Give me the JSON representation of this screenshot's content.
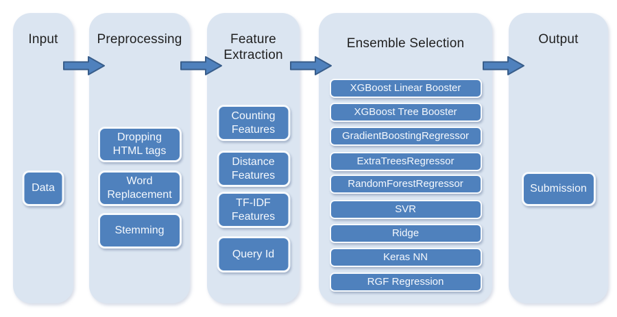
{
  "diagram": {
    "columns": [
      {
        "title": "Input",
        "items": [
          "Data"
        ]
      },
      {
        "title": "Preprocessing",
        "items": [
          "Dropping HTML tags",
          "Word Replacement",
          "Stemming"
        ]
      },
      {
        "title": "Feature Extraction",
        "items": [
          "Counting Features",
          "Distance Features",
          "TF-IDF Features",
          "Query Id"
        ]
      },
      {
        "title": "Ensemble Selection",
        "items": [
          "XGBoost  Linear Booster",
          "XGBoost Tree Booster",
          "GradientBoostingRegressor",
          "ExtraTreesRegressor",
          "RandomForestRegressor",
          "SVR",
          "Ridge",
          "Keras NN",
          "RGF Regression"
        ]
      },
      {
        "title": "Output",
        "items": [
          "Submission"
        ]
      }
    ],
    "arrows": [
      {
        "from": "Input",
        "to": "Preprocessing"
      },
      {
        "from": "Preprocessing",
        "to": "Feature Extraction"
      },
      {
        "from": "Feature Extraction",
        "to": "Ensemble Selection"
      },
      {
        "from": "Ensemble Selection",
        "to": "Output"
      }
    ],
    "colors": {
      "column_background": "#dbe5f1",
      "node_fill": "#4f81bd",
      "node_border": "#f7fafd",
      "node_text": "#f4f8fd",
      "arrow_fill": "#4f81bd",
      "arrow_outline": "#385d8a",
      "title_text": "#1f1f1f",
      "page_background": "#ffffff"
    }
  }
}
